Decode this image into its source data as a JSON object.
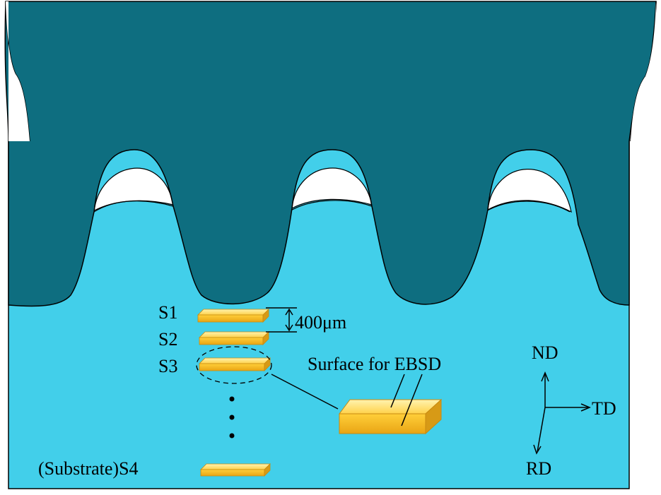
{
  "diagram": {
    "colors": {
      "deposit": "#0e6e80",
      "substrate": "#42cfea",
      "void": "#ffffff",
      "sample_top": "#ffe37a",
      "sample_front": "#f2b51c",
      "sample_edge": "#c88a10",
      "outline": "#000000"
    },
    "samples": [
      {
        "id": "S1",
        "label": "S1"
      },
      {
        "id": "S2",
        "label": "S2"
      },
      {
        "id": "S3",
        "label": "S3"
      },
      {
        "id": "S4",
        "label": "(Substrate)S4"
      }
    ],
    "spacing_label": "400μm",
    "ellipsis": ".\n.\n.",
    "callout_label": "Surface for EBSD",
    "axes": {
      "nd": "ND",
      "td": "TD",
      "rd": "RD"
    }
  }
}
